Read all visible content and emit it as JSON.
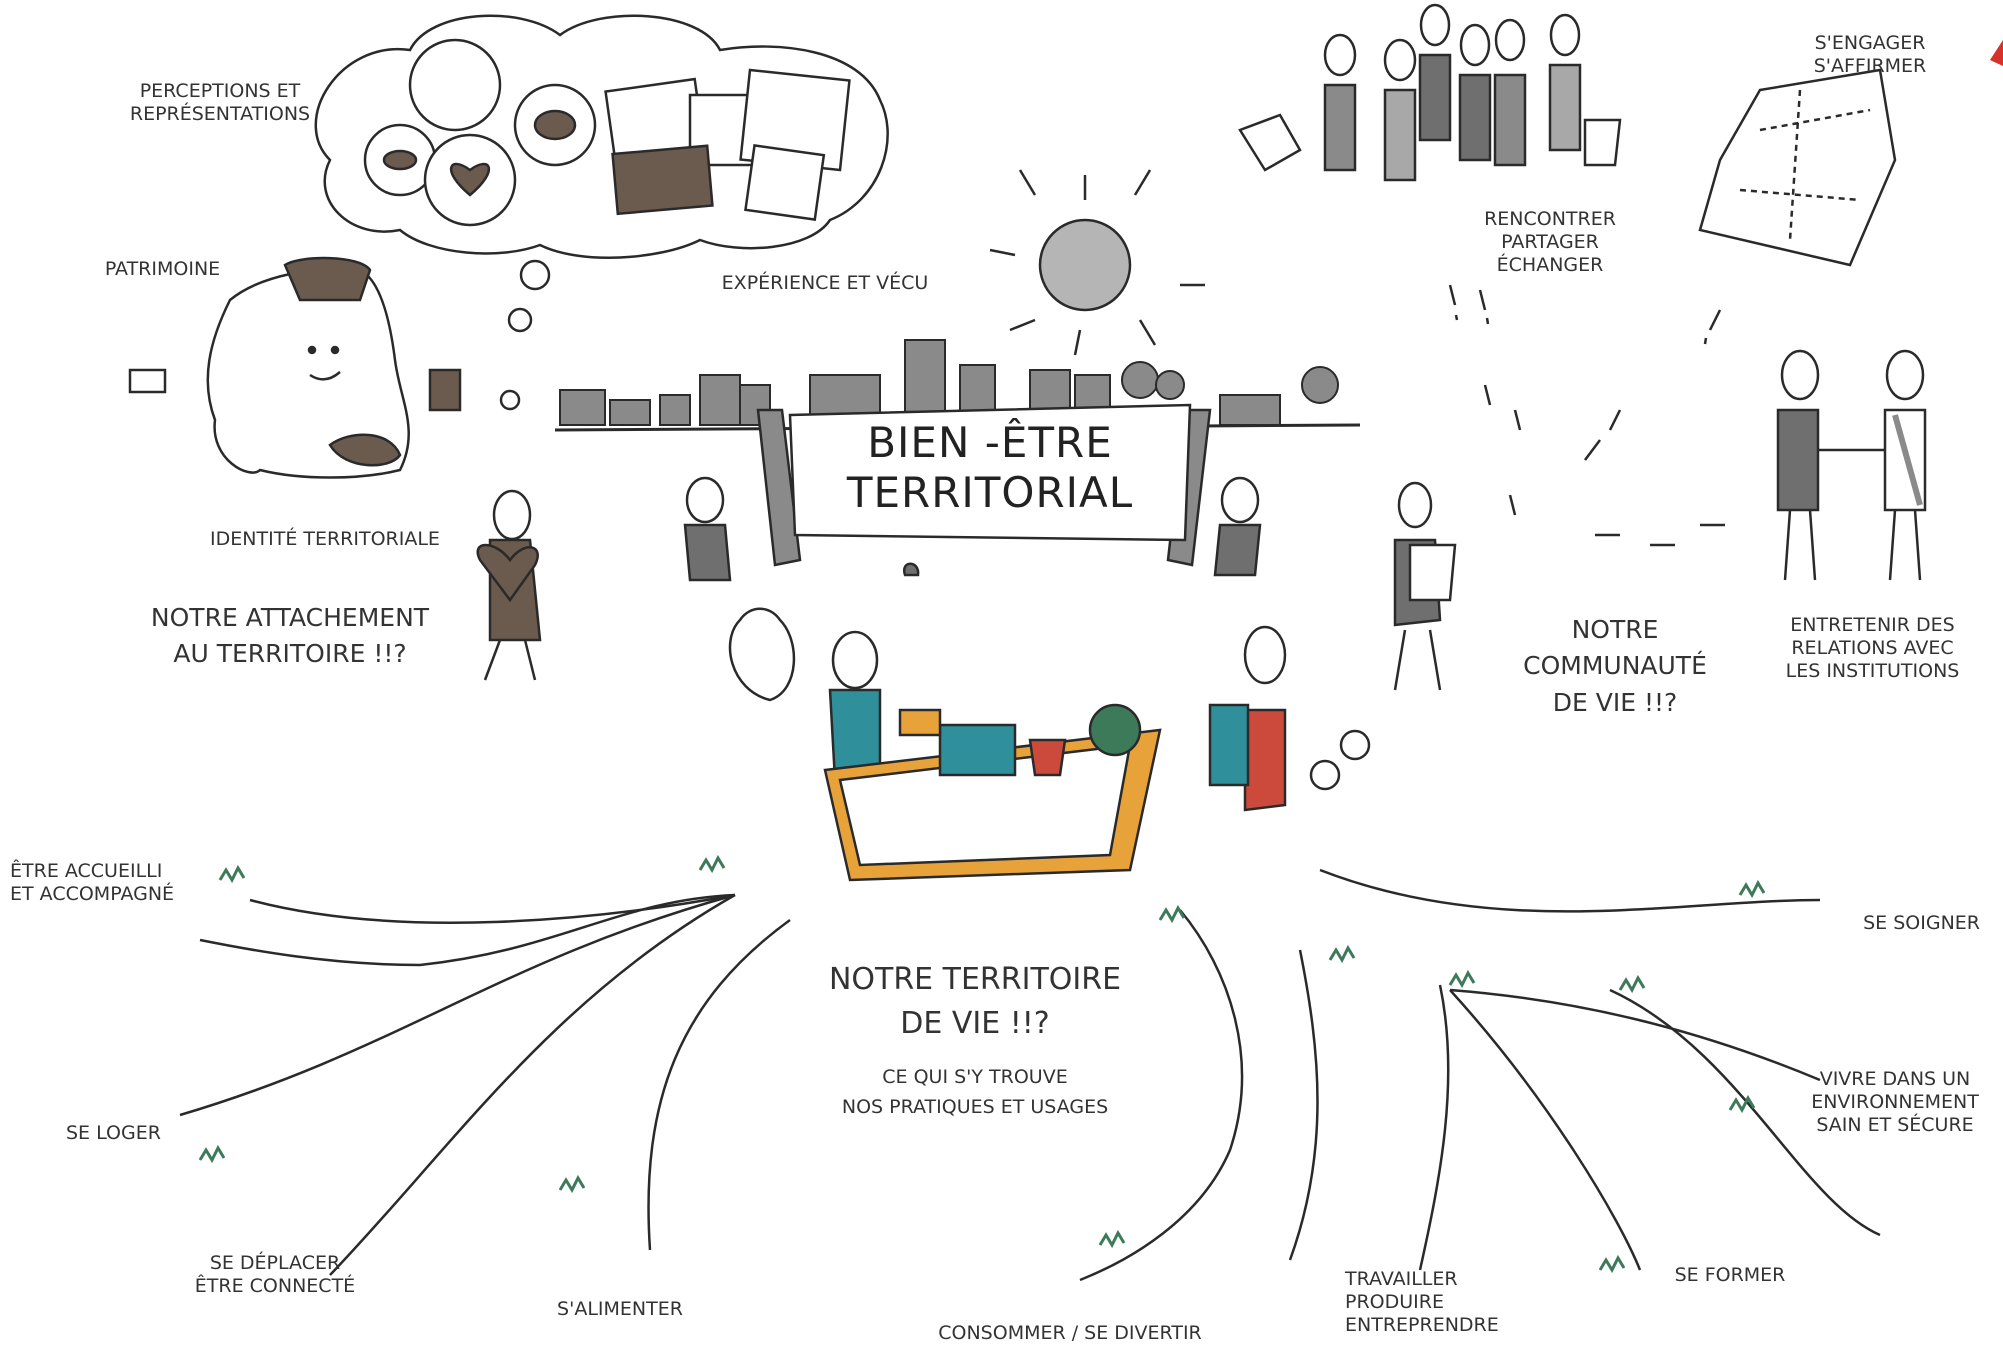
{
  "center_banner": {
    "line1": "BIEN -ÊTRE",
    "line2": "TERRITORIAL"
  },
  "cloud": {
    "perceptions": "PERCEPTIONS ET\nREPRÉSENTATIONS",
    "experience": "EXPÉRIENCE ET VÉCU"
  },
  "identity": {
    "patrimoine": "PATRIMOINE",
    "identite": "IDENTITÉ TERRITORIALE",
    "attachement": "NOTRE ATTACHEMENT\nAU TERRITOIRE !!?"
  },
  "community": {
    "engager": "S'ENGAGER\nS'AFFIRMER",
    "rencontrer": "RENCONTRER\nPARTAGER\nÉCHANGER",
    "communaute": "NOTRE COMMUNAUTÉ\nDE VIE !!?",
    "institutions": "ENTRETENIR DES\nRELATIONS AVEC\nLES INSTITUTIONS"
  },
  "territory": {
    "title": "NOTRE TERRITOIRE\nDE VIE !!?",
    "subtitle": "CE QUI S'Y TROUVE\nNOS PRATIQUES ET USAGES"
  },
  "roots": {
    "accueilli": "ÊTRE ACCUEILLI\nET ACCOMPAGNÉ",
    "loger": "SE LOGER",
    "deplacer": "SE DÉPLACER\nÊTRE CONNECTÉ",
    "alimenter": "S'ALIMENTER",
    "consommer": "CONSOMMER / SE DIVERTIR",
    "travailler": "TRAVAILLER\nPRODUIRE\nENTREPRENDRE",
    "former": "SE FORMER",
    "soigner": "SE SOIGNER",
    "environnement": "VIVRE DANS UN\nENVIRONNEMENT\nSAIN ET SÉCURE"
  },
  "colors": {
    "ink": "#2a2a2a",
    "grass": "#3d7a5a",
    "sun": "#b5b5b5",
    "teal": "#2f8f9a",
    "red": "#cc4a3c",
    "orange": "#e8a23a",
    "brown": "#6b5a4e",
    "grey_dark": "#6f6f6f",
    "grey_light": "#a8a8a8",
    "accent_red": "#d6312a"
  }
}
